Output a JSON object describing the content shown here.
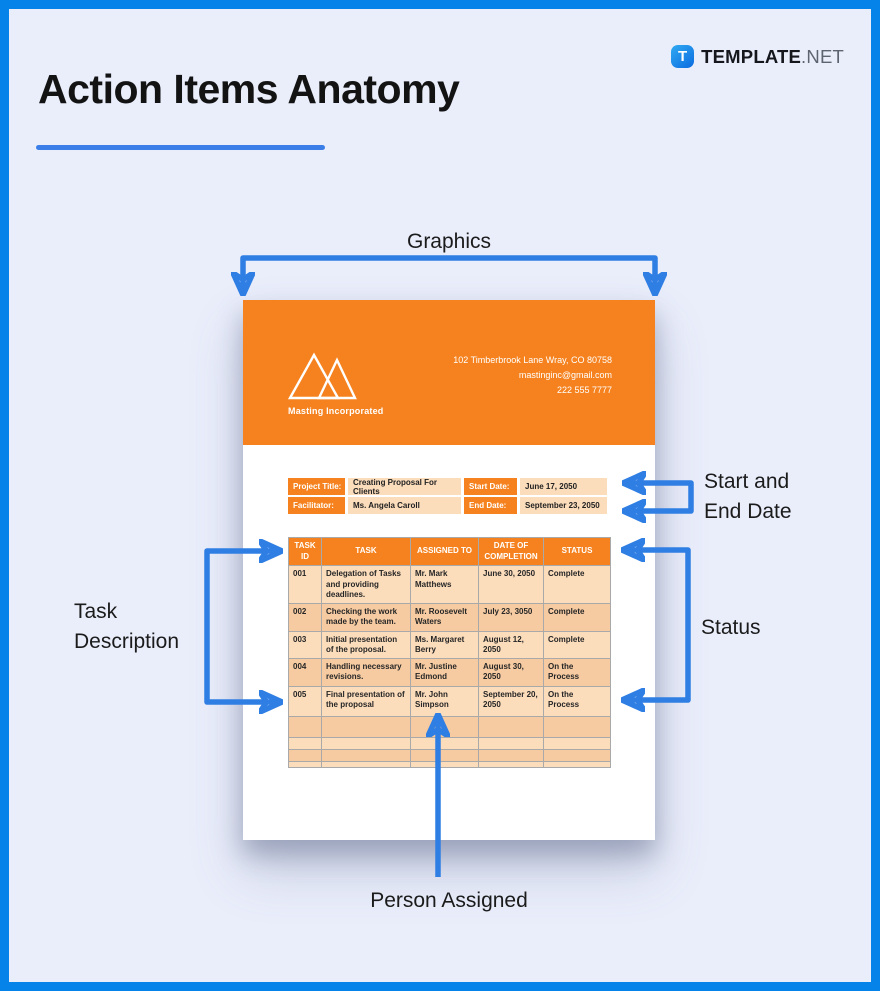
{
  "colors": {
    "page_background": "#EAEEFB",
    "frame_blue": "#0583E8",
    "arrow_blue": "#2F7EE4",
    "underline_blue": "#3B7EE8",
    "accent_orange": "#F5821E",
    "row_light": "#FBDCBB",
    "row_dark": "#F6CBA2"
  },
  "brand": {
    "logo_letter": "T",
    "name_bold": "TEMPLATE",
    "name_light": ".NET"
  },
  "title": "Action Items Anatomy",
  "annotations": {
    "graphics": "Graphics",
    "start_end_date": "Start and End Date",
    "task_description": "Task Description",
    "status": "Status",
    "person_assigned": "Person Assigned"
  },
  "document": {
    "header": {
      "company": "Masting Incorporated",
      "address": "102 Timberbrook Lane Wray, CO 80758",
      "email": "mastinginc@gmail.com",
      "phone": "222 555 7777"
    },
    "info": {
      "project_title_label": "Project Title:",
      "project_title_value": "Creating Proposal For Clients",
      "facilitator_label": "Facilitator:",
      "facilitator_value": "Ms. Angela Caroll",
      "start_date_label": "Start Date:",
      "start_date_value": "June 17, 2050",
      "end_date_label": "End Date:",
      "end_date_value": "September 23, 2050"
    },
    "table": {
      "headers": [
        "TASK ID",
        "TASK",
        "ASSIGNED TO",
        "DATE OF COMPLETION",
        "STATUS"
      ],
      "rows": [
        [
          "001",
          "Delegation of Tasks and providing deadlines.",
          "Mr. Mark Matthews",
          "June 30, 2050",
          "Complete"
        ],
        [
          "002",
          "Checking the work made by the team.",
          "Mr. Roosevelt Waters",
          "July 23, 3050",
          "Complete"
        ],
        [
          "003",
          "Initial presentation of the proposal.",
          "Ms. Margaret Berry",
          "August 12, 2050",
          "Complete"
        ],
        [
          "004",
          "Handling necessary revisions.",
          "Mr. Justine Edmond",
          "August 30, 2050",
          "On the Process"
        ],
        [
          "005",
          "Final presentation of the proposal",
          "Mr. John Simpson",
          "September 20, 2050",
          "On the Process"
        ]
      ],
      "empty_row_count": 4
    }
  }
}
